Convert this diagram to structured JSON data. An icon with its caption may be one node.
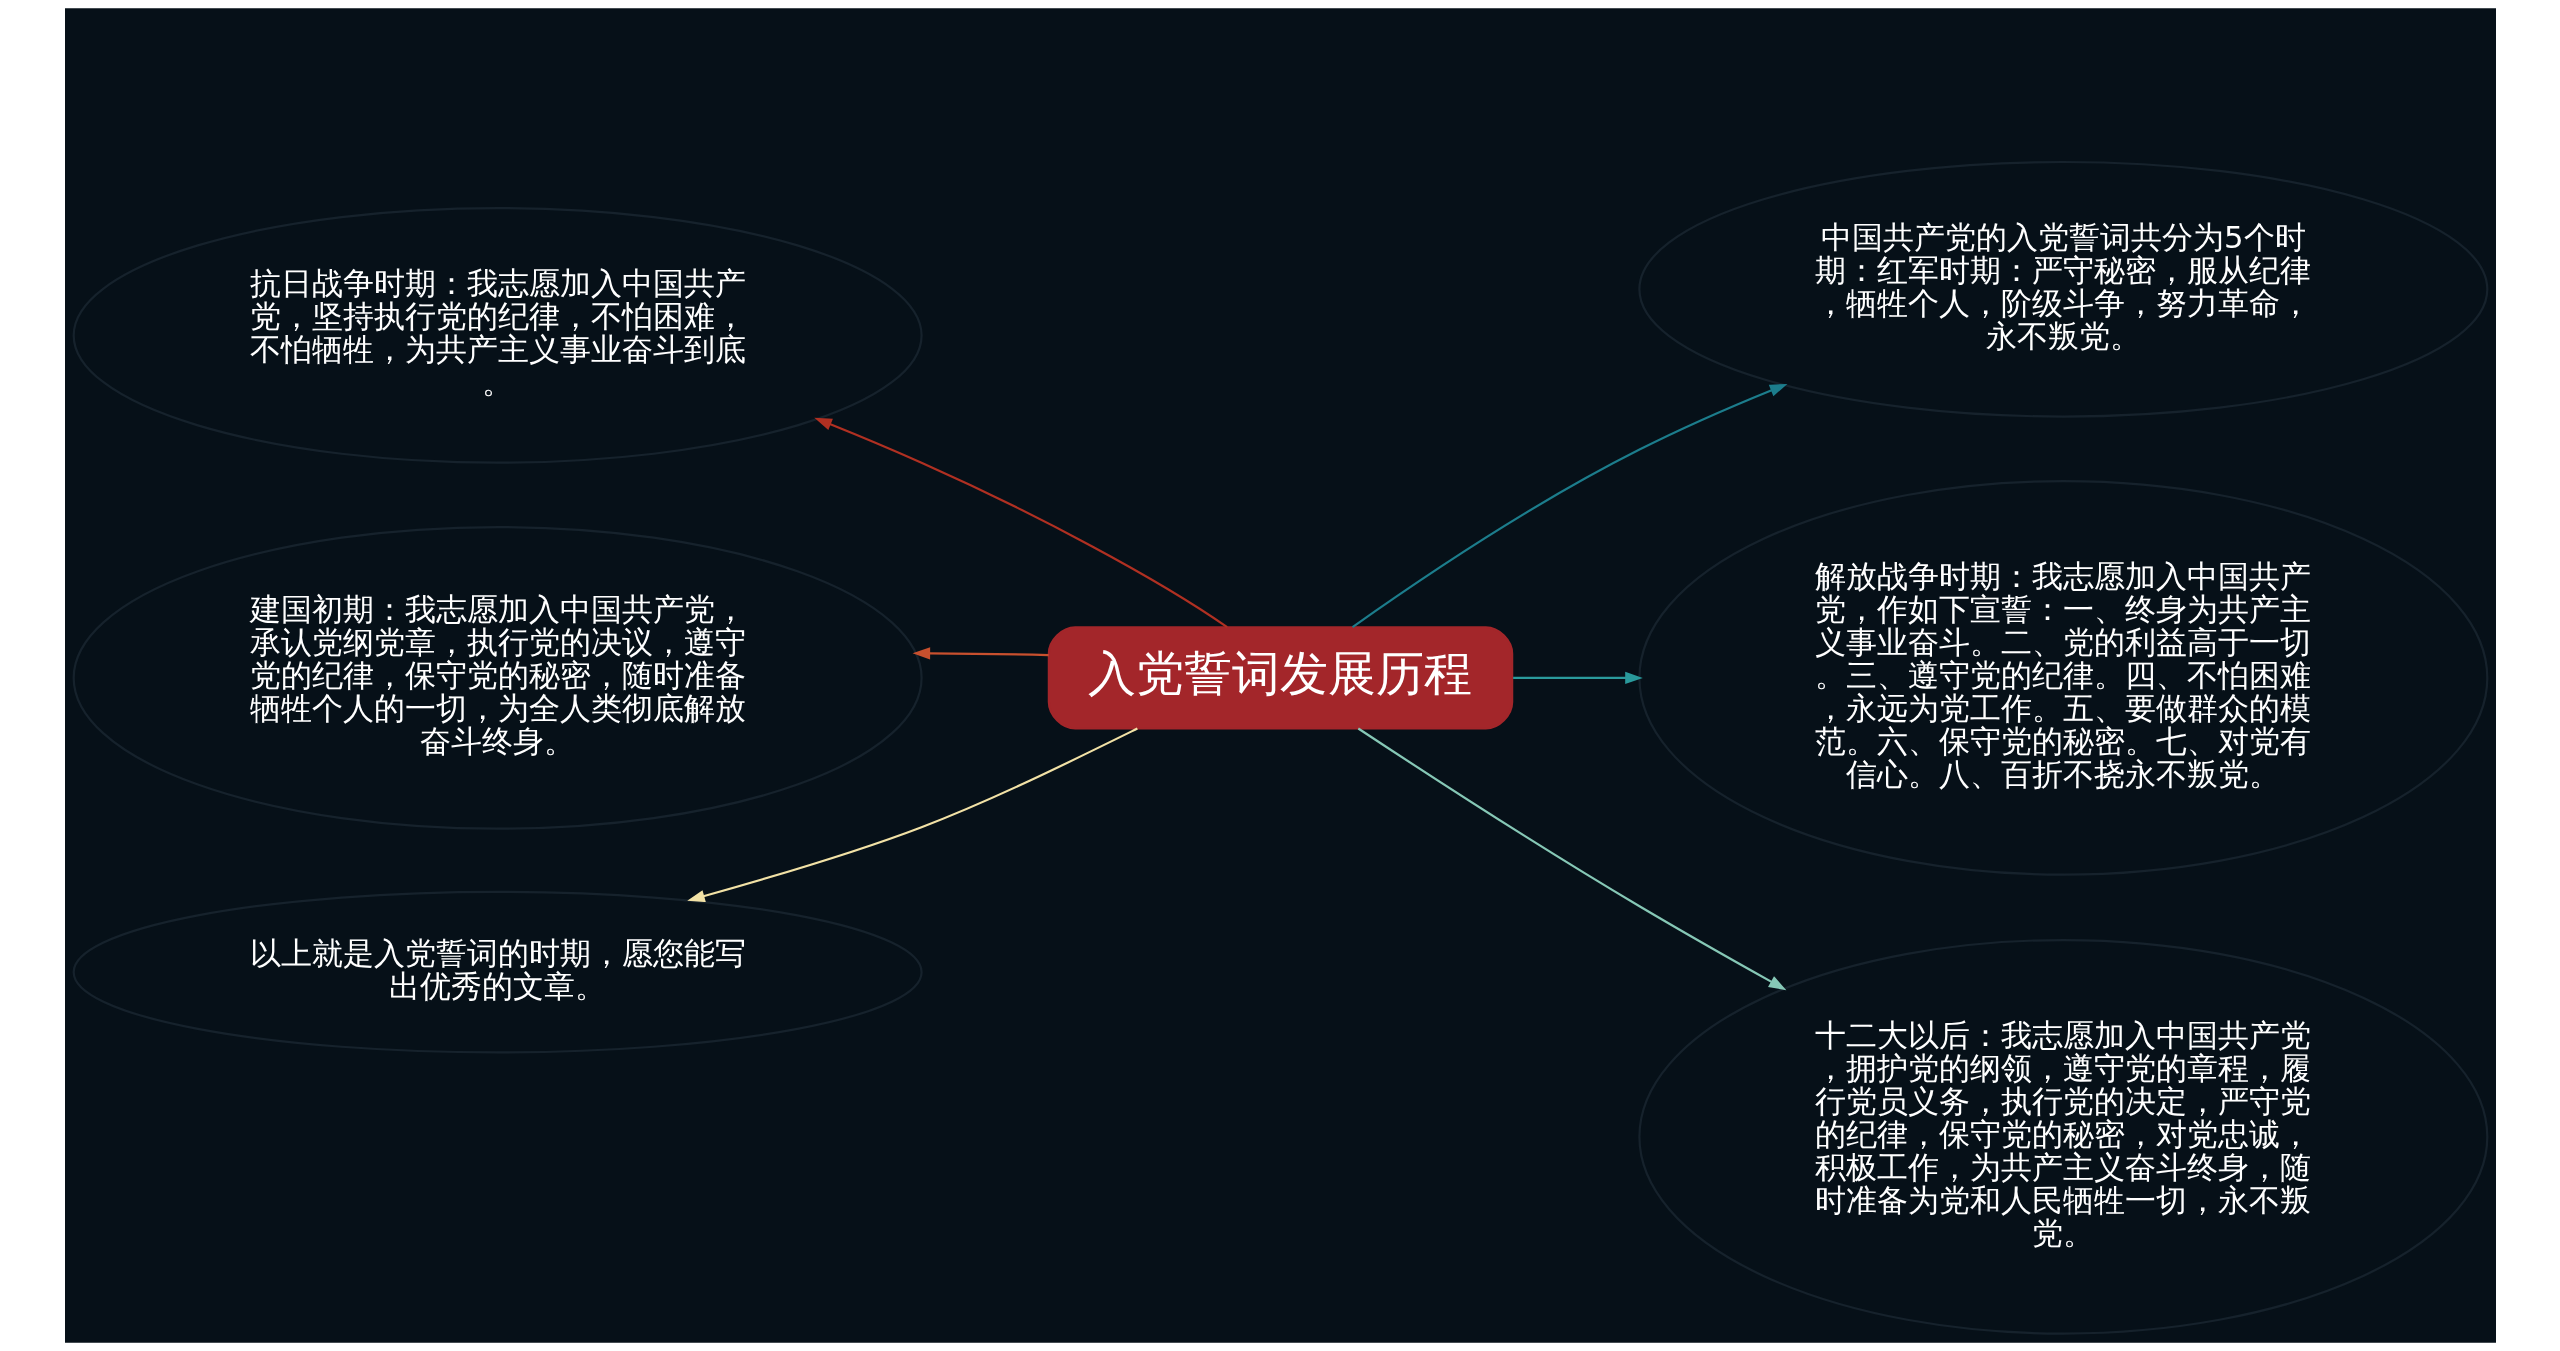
{
  "diagram": {
    "nodes": [
      {
        "text": [
          "入党誓词发展历程"
        ]
      },
      {
        "text": [
          "抗日战争时期：我志愿加入中国共产党，坚持执行党的纪律，不怕困难，不怕牺牲，为共产主义事业奋斗到底。"
        ]
      },
      {
        "text": [
          "建国初期：我志愿加入中国共产党，承认党纲党章，执行党的决议，遵守党的纪律，保守党的秘密，随时准备牺牲个人的一切，为全人类彻底解放奋斗终身。"
        ]
      },
      {
        "text": [
          "以上就是入党誓词的时期，愿您能写出优秀的文章。"
        ]
      },
      {
        "text": [
          "中国共产党的入党誓词共分为5个时期：红军时期：严守秘密，服从纪律，牺牲个人，阶级斗争，努力革命，永不叛党。"
        ]
      },
      {
        "text": [
          "解放战争时期：我志愿加入中国共产党，作如下宣誓：一、终身为共产主义事业奋斗。二、党的利益高于一切。三、遵守党的纪律。四、不怕困难，永远为党工作。五、要做群众的模范。六、保守党的秘密。七、对党有信心。八、百折不挠永不叛党。"
        ]
      },
      {
        "text": [
          "十二大以后：我志愿加入中国共产党，拥护党的纲领，遵守党的章程，履行党员义务，执行党的决定，严守党的纪律，保守党的秘密，对党忠诚，积极工作，为共产主义奋斗终身，随时准备为党和人民牺牲一切，永不叛党。"
        ]
      }
    ],
    "edges": [
      {
        "from": 0,
        "to": 1,
        "arrow": "to",
        "color": "#b03022"
      },
      {
        "from": 0,
        "to": 2,
        "arrow": "to",
        "color": "#c8502e"
      },
      {
        "from": 0,
        "to": 3,
        "arrow": "to",
        "color": "#f2e2a6"
      },
      {
        "from": 0,
        "to": 4,
        "arrow": "to",
        "color": "#1c7d8c"
      },
      {
        "from": 0,
        "to": 5,
        "arrow": "to",
        "color": "#2a9a9c"
      },
      {
        "from": 0,
        "to": 6,
        "arrow": "to",
        "color": "#86c8b6"
      }
    ]
  }
}
